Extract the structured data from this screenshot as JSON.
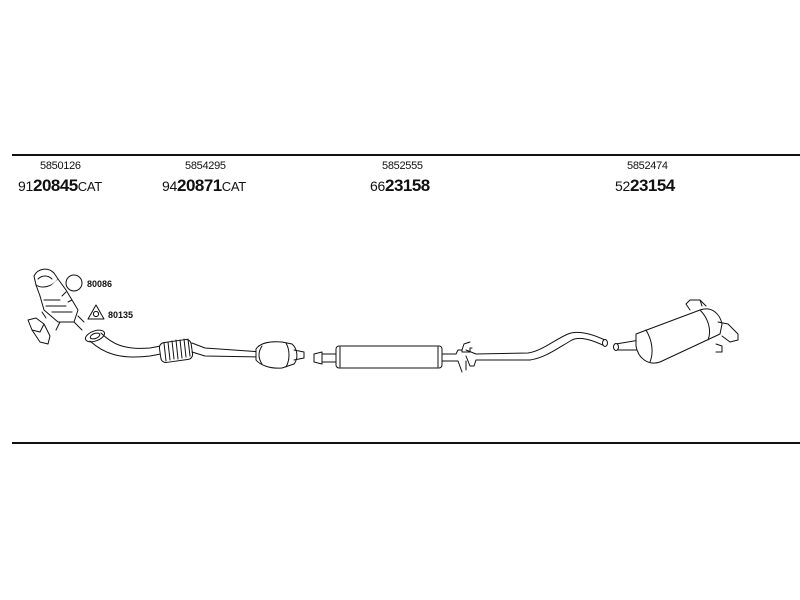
{
  "parts": [
    {
      "oe_number": "5850126",
      "prefix": "91",
      "number": "20845",
      "suffix": "CAT"
    },
    {
      "oe_number": "5854295",
      "prefix": "94",
      "number": "20871",
      "suffix": "CAT"
    },
    {
      "oe_number": "5852555",
      "prefix": "66",
      "number": "23158",
      "suffix": ""
    },
    {
      "oe_number": "5852474",
      "prefix": "52",
      "number": "23154",
      "suffix": ""
    }
  ],
  "callouts": {
    "ring_gasket": "80086",
    "triangle_gasket": "80135"
  }
}
